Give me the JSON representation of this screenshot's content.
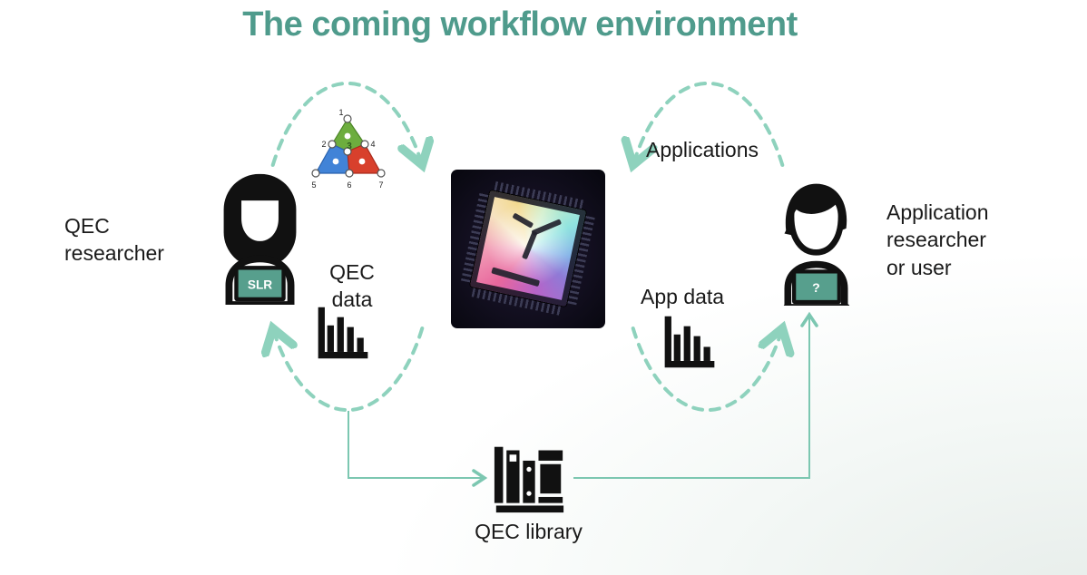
{
  "title": "The coming workflow environment",
  "left_cycle": {
    "role_label": "QEC researcher",
    "laptop_label": "SLR",
    "data_label": "QEC data"
  },
  "right_cycle": {
    "flow_label": "Applications",
    "data_label": "App data",
    "role_label": "Application researcher or user",
    "laptop_label": "?"
  },
  "library": {
    "label": "QEC library"
  },
  "steane_code": {
    "vertex_labels": [
      "1",
      "2",
      "3",
      "4",
      "5",
      "6",
      "7"
    ]
  },
  "icons": {
    "left_person": "woman-researcher-at-laptop-icon",
    "right_person": "user-at-laptop-icon",
    "qec_data_chart": "bar-chart-icon",
    "app_data_chart": "bar-chart-icon",
    "library": "bookshelf-icon",
    "chip": "quantum-chip-photo",
    "code_diagram": "steane-color-code-icon"
  },
  "colors": {
    "title_teal": "#4f9b8c",
    "dashed_arrow_teal": "#8ed2bd",
    "solid_arrow_teal": "#7cc7b1",
    "laptop_screen_teal": "#579f8d",
    "code_green": "#6dad3e",
    "code_blue": "#4183d7",
    "code_red": "#d8402c",
    "text_black": "#1a1a1a"
  }
}
